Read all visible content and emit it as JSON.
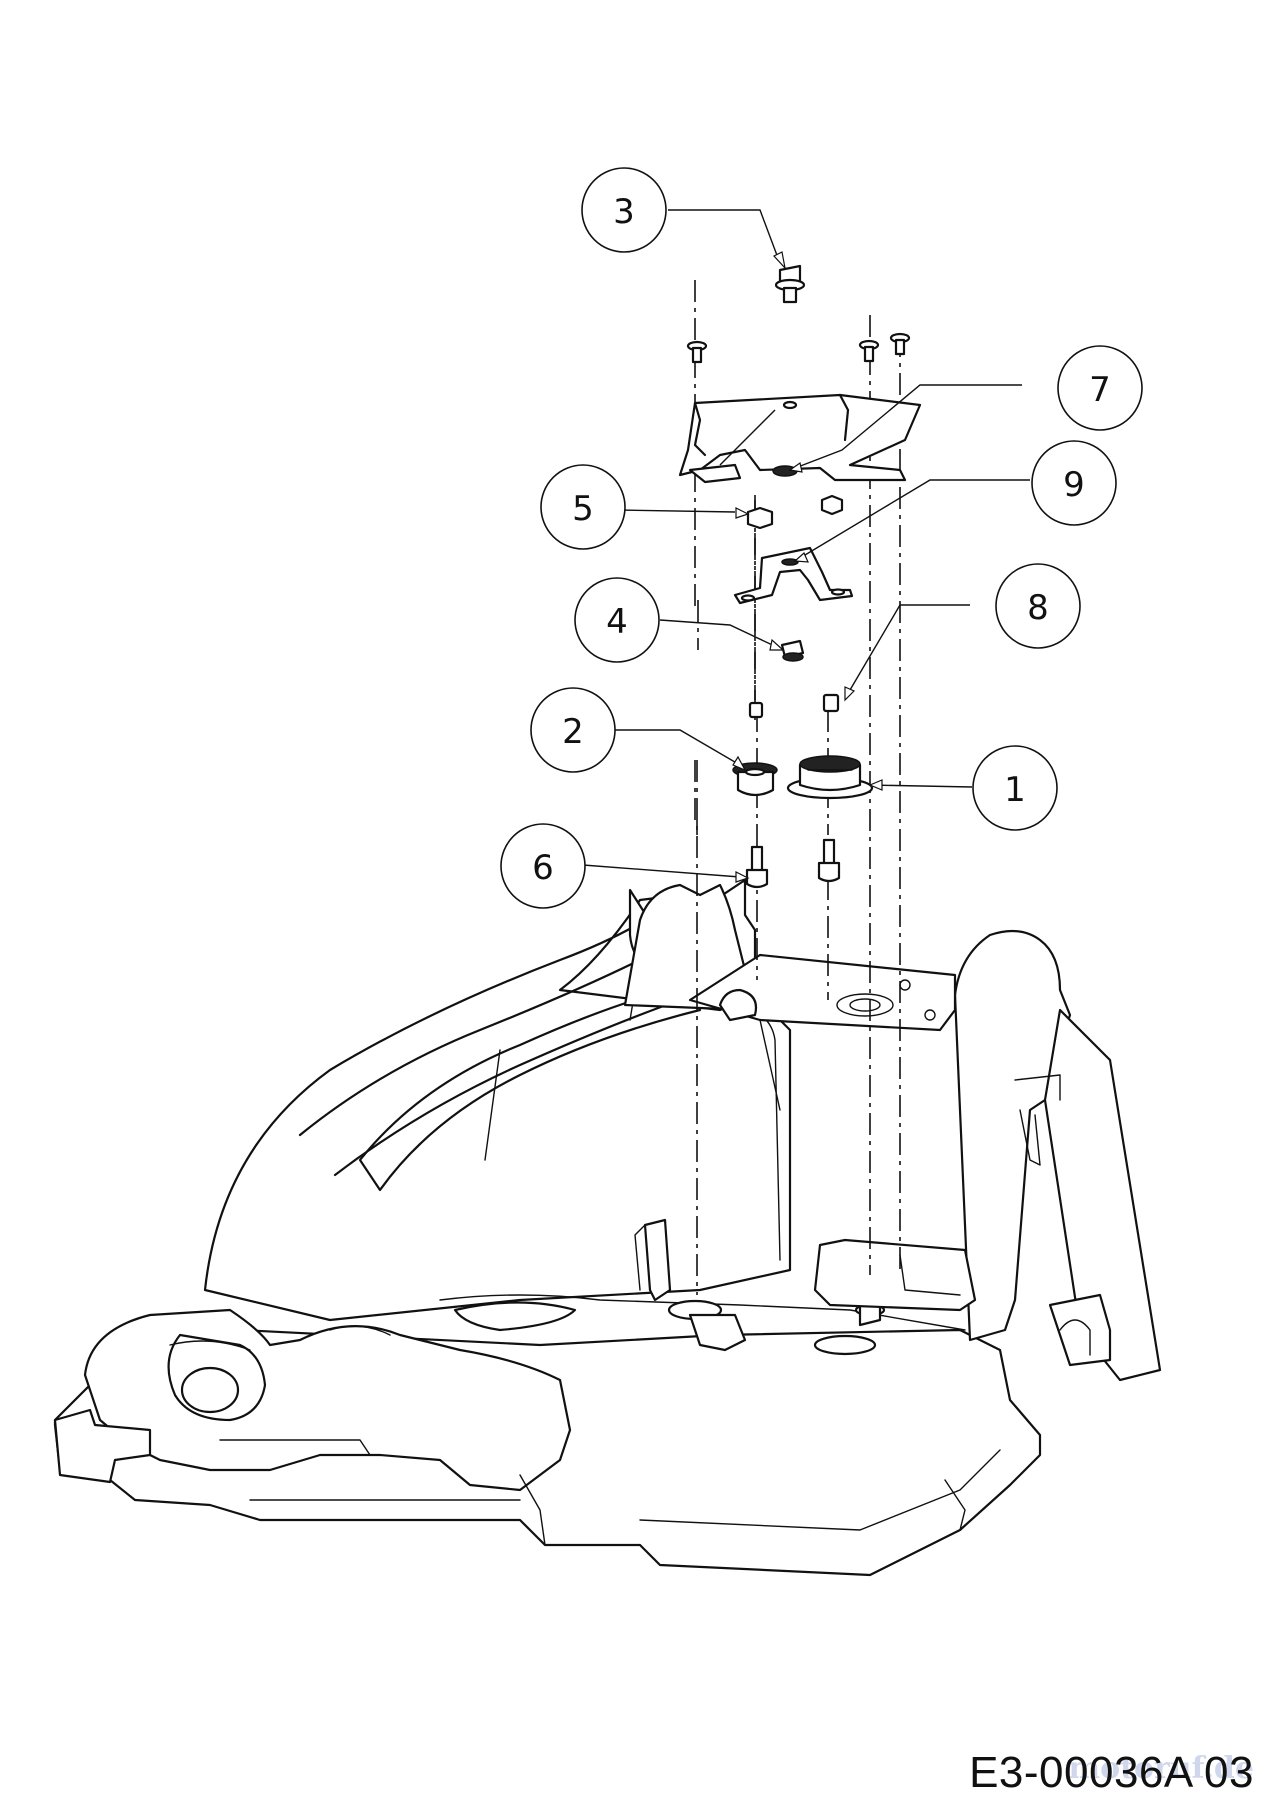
{
  "callouts": [
    {
      "number": "1"
    },
    {
      "number": "2"
    },
    {
      "number": "3"
    },
    {
      "number": "4"
    },
    {
      "number": "5"
    },
    {
      "number": "6"
    },
    {
      "number": "7"
    },
    {
      "number": "8"
    },
    {
      "number": "9"
    }
  ],
  "diagram_code": "E3-00036A 03",
  "watermark": "motoruf.de"
}
